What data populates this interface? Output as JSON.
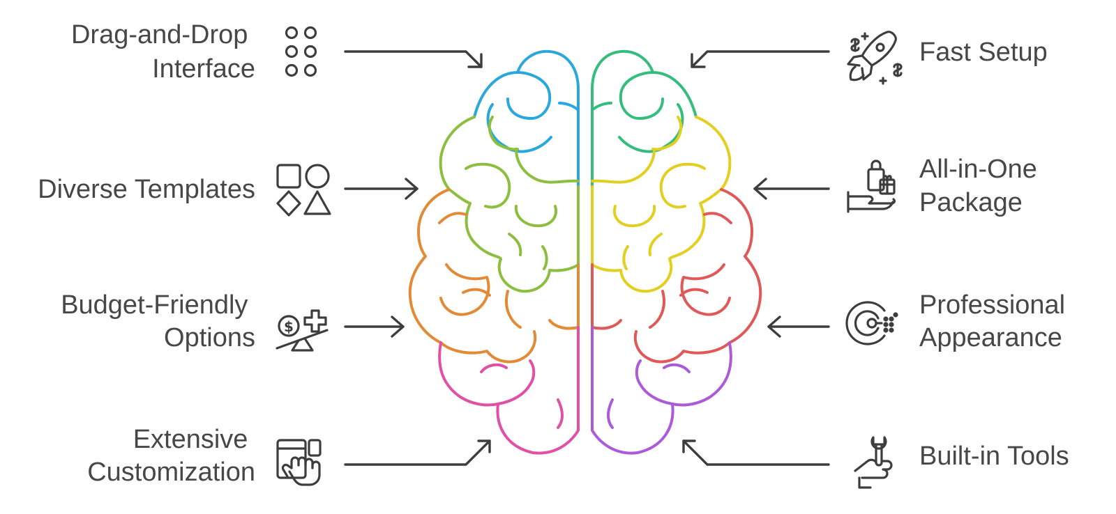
{
  "features": {
    "left": [
      {
        "id": "drag-drop",
        "lines": [
          "Drag-and-Drop",
          "Interface"
        ],
        "icon": "dots-grid-icon"
      },
      {
        "id": "templates",
        "lines": [
          "Diverse Templates"
        ],
        "icon": "shapes-icon"
      },
      {
        "id": "budget",
        "lines": [
          "Budget-Friendly",
          "Options"
        ],
        "icon": "balance-coin-icon"
      },
      {
        "id": "customization",
        "lines": [
          "Extensive",
          "Customization"
        ],
        "icon": "devices-hand-icon"
      }
    ],
    "right": [
      {
        "id": "fast-setup",
        "lines": [
          "Fast Setup"
        ],
        "icon": "rocket-icon"
      },
      {
        "id": "all-in-one",
        "lines": [
          "All-in-One",
          "Package"
        ],
        "icon": "hand-package-icon"
      },
      {
        "id": "professional",
        "lines": [
          "Professional",
          "Appearance"
        ],
        "icon": "brand-logo-icon"
      },
      {
        "id": "tools",
        "lines": [
          "Built-in Tools"
        ],
        "icon": "hand-wrench-icon"
      }
    ]
  },
  "brain": {
    "lobe_colors": {
      "left_top": "#2aa7dc",
      "left_upper": "#8cbf3f",
      "left_middle": "#e28a36",
      "left_bottom": "#e050a6",
      "right_top": "#35bd7e",
      "right_upper": "#e2cf1f",
      "right_middle": "#e05858",
      "right_bottom": "#ac5bd8"
    }
  },
  "colors": {
    "text": "#474747",
    "ink": "#3d3d3d"
  }
}
